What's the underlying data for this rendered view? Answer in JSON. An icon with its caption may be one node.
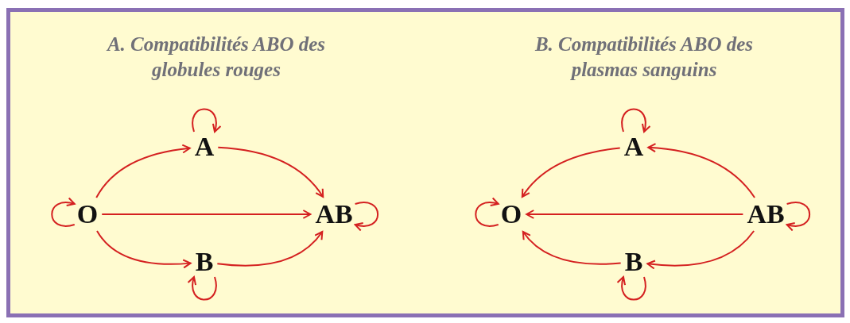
{
  "diagram": {
    "nodes": [
      {
        "text": [
          "O"
        ]
      },
      {
        "text": [
          "A"
        ]
      },
      {
        "text": [
          "B"
        ]
      },
      {
        "text": [
          "AB"
        ]
      },
      {
        "text": [
          "O"
        ]
      },
      {
        "text": [
          "A"
        ]
      },
      {
        "text": [
          "B"
        ]
      },
      {
        "text": [
          "AB"
        ]
      }
    ],
    "edges": [
      {
        "from": 0,
        "to": 1,
        "arrow": "to"
      },
      {
        "from": 1,
        "to": 3,
        "arrow": "to"
      },
      {
        "from": 0,
        "to": 3,
        "arrow": "to"
      },
      {
        "from": 0,
        "to": 2,
        "arrow": "to"
      },
      {
        "from": 2,
        "to": 3,
        "arrow": "to"
      },
      {
        "from": 0,
        "to": 0,
        "arrow": "to"
      },
      {
        "from": 1,
        "to": 1,
        "arrow": "to"
      },
      {
        "from": 2,
        "to": 2,
        "arrow": "to"
      },
      {
        "from": 3,
        "to": 3,
        "arrow": "to"
      },
      {
        "from": 5,
        "to": 4,
        "arrow": "to"
      },
      {
        "from": 7,
        "to": 5,
        "arrow": "to"
      },
      {
        "from": 7,
        "to": 4,
        "arrow": "to"
      },
      {
        "from": 6,
        "to": 4,
        "arrow": "to"
      },
      {
        "from": 7,
        "to": 6,
        "arrow": "to"
      },
      {
        "from": 4,
        "to": 4,
        "arrow": "to"
      },
      {
        "from": 5,
        "to": 5,
        "arrow": "to"
      },
      {
        "from": 6,
        "to": 6,
        "arrow": "to"
      },
      {
        "from": 7,
        "to": 7,
        "arrow": "to"
      }
    ],
    "labels": [
      "A. Compatibilités ABO des globules rouges",
      "B. Compatibilités ABO des plasmas sanguins"
    ]
  }
}
